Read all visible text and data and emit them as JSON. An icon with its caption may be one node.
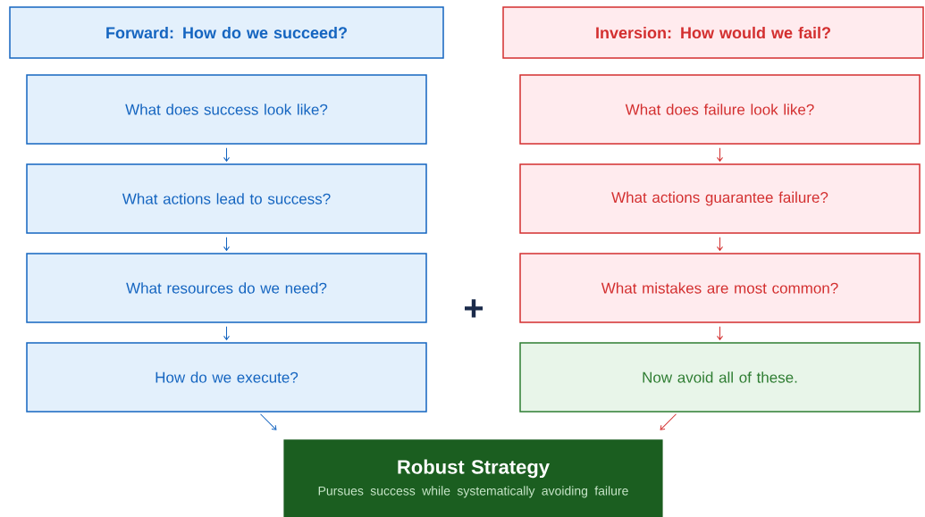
{
  "diagram": {
    "nodes": [
      {
        "text": [
          "Forward: How do we succeed?"
        ]
      },
      {
        "text": [
          "What does success look like?"
        ]
      },
      {
        "text": [
          "What actions lead to success?"
        ]
      },
      {
        "text": [
          "What resources do we need?"
        ]
      },
      {
        "text": [
          "How do we execute?"
        ]
      },
      {
        "text": [
          "Inversion: How would we fail?"
        ]
      },
      {
        "text": [
          "What does failure look like?"
        ]
      },
      {
        "text": [
          "What actions guarantee failure?"
        ]
      },
      {
        "text": [
          "What mistakes are most common?"
        ]
      },
      {
        "text": [
          "Now avoid all of these."
        ]
      },
      {
        "text": [
          "Robust Strategy",
          "Pursues success while systematically avoiding failure"
        ]
      }
    ],
    "edges": [
      {
        "from": 1,
        "to": 2,
        "arrow": "to",
        "color": "#1565c0"
      },
      {
        "from": 2,
        "to": 3,
        "arrow": "to",
        "color": "#1565c0"
      },
      {
        "from": 3,
        "to": 4,
        "arrow": "to",
        "color": "#1565c0"
      },
      {
        "from": 6,
        "to": 7,
        "arrow": "to",
        "color": "#d32f2f"
      },
      {
        "from": 7,
        "to": 8,
        "arrow": "to",
        "color": "#d32f2f"
      },
      {
        "from": 8,
        "to": 9,
        "arrow": "to",
        "color": "#d32f2f"
      },
      {
        "from": 4,
        "to": 10,
        "arrow": "to",
        "color": "#1565c0"
      },
      {
        "from": 9,
        "to": 10,
        "arrow": "to",
        "color": "#d32f2f"
      }
    ],
    "labels": [
      "+"
    ]
  }
}
